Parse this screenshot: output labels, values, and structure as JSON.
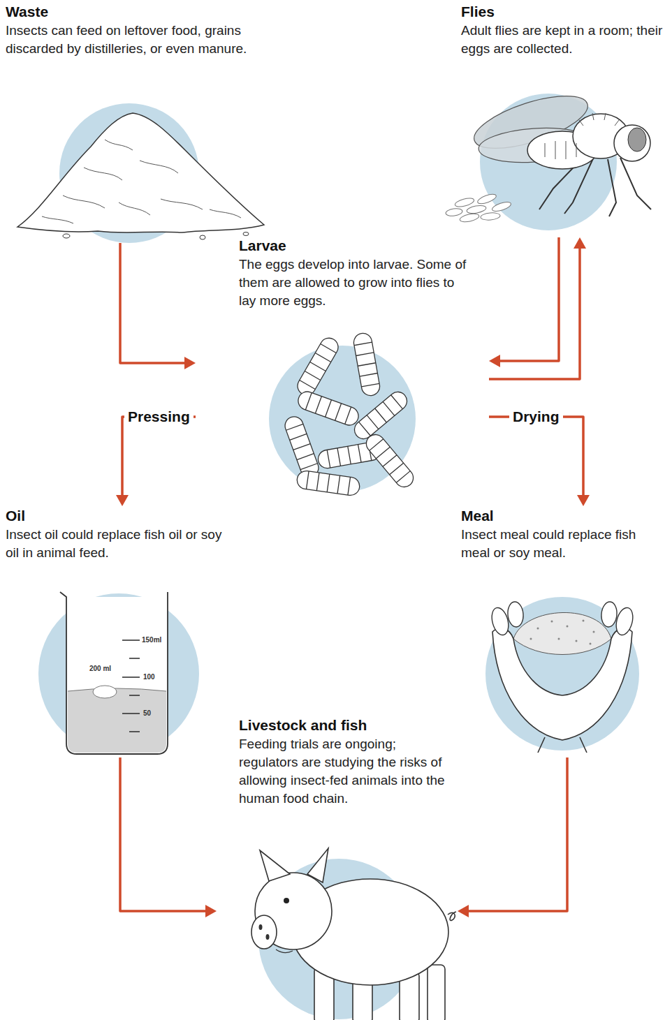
{
  "diagram": {
    "nodes": [
      {
        "text": [
          "Waste",
          "Insects can feed on leftover food, grains discarded by distilleries, or even manure."
        ]
      },
      {
        "text": [
          "Flies",
          "Adult flies are kept in a room; their eggs are collected."
        ]
      },
      {
        "text": [
          "Larvae",
          "The eggs develop into larvae. Some of them are allowed to grow into flies to lay more eggs."
        ]
      },
      {
        "text": [
          "Oil",
          "Insect oil could replace fish oil or soy oil in animal feed."
        ]
      },
      {
        "text": [
          "Meal",
          "Insect meal could replace fish meal or soy meal."
        ]
      },
      {
        "text": [
          "Livestock and fish",
          "Feeding trials are ongoing; regulators are studying the risks of allowing insect-fed animals into the human food chain."
        ]
      }
    ],
    "edges": [
      {
        "from": 0,
        "to": 2,
        "arrow": "to"
      },
      {
        "from": 1,
        "to": 2,
        "arrow": "to"
      },
      {
        "from": 2,
        "to": 1,
        "arrow": "to"
      },
      {
        "from": 2,
        "to": 3,
        "label": "Pressing",
        "arrow": "to"
      },
      {
        "from": 2,
        "to": 4,
        "label": "Drying",
        "arrow": "to"
      },
      {
        "from": 3,
        "to": 5,
        "arrow": "to"
      },
      {
        "from": 4,
        "to": 5,
        "arrow": "to"
      }
    ],
    "labels": [
      "200 ml",
      "150ml",
      "100",
      "50"
    ]
  }
}
